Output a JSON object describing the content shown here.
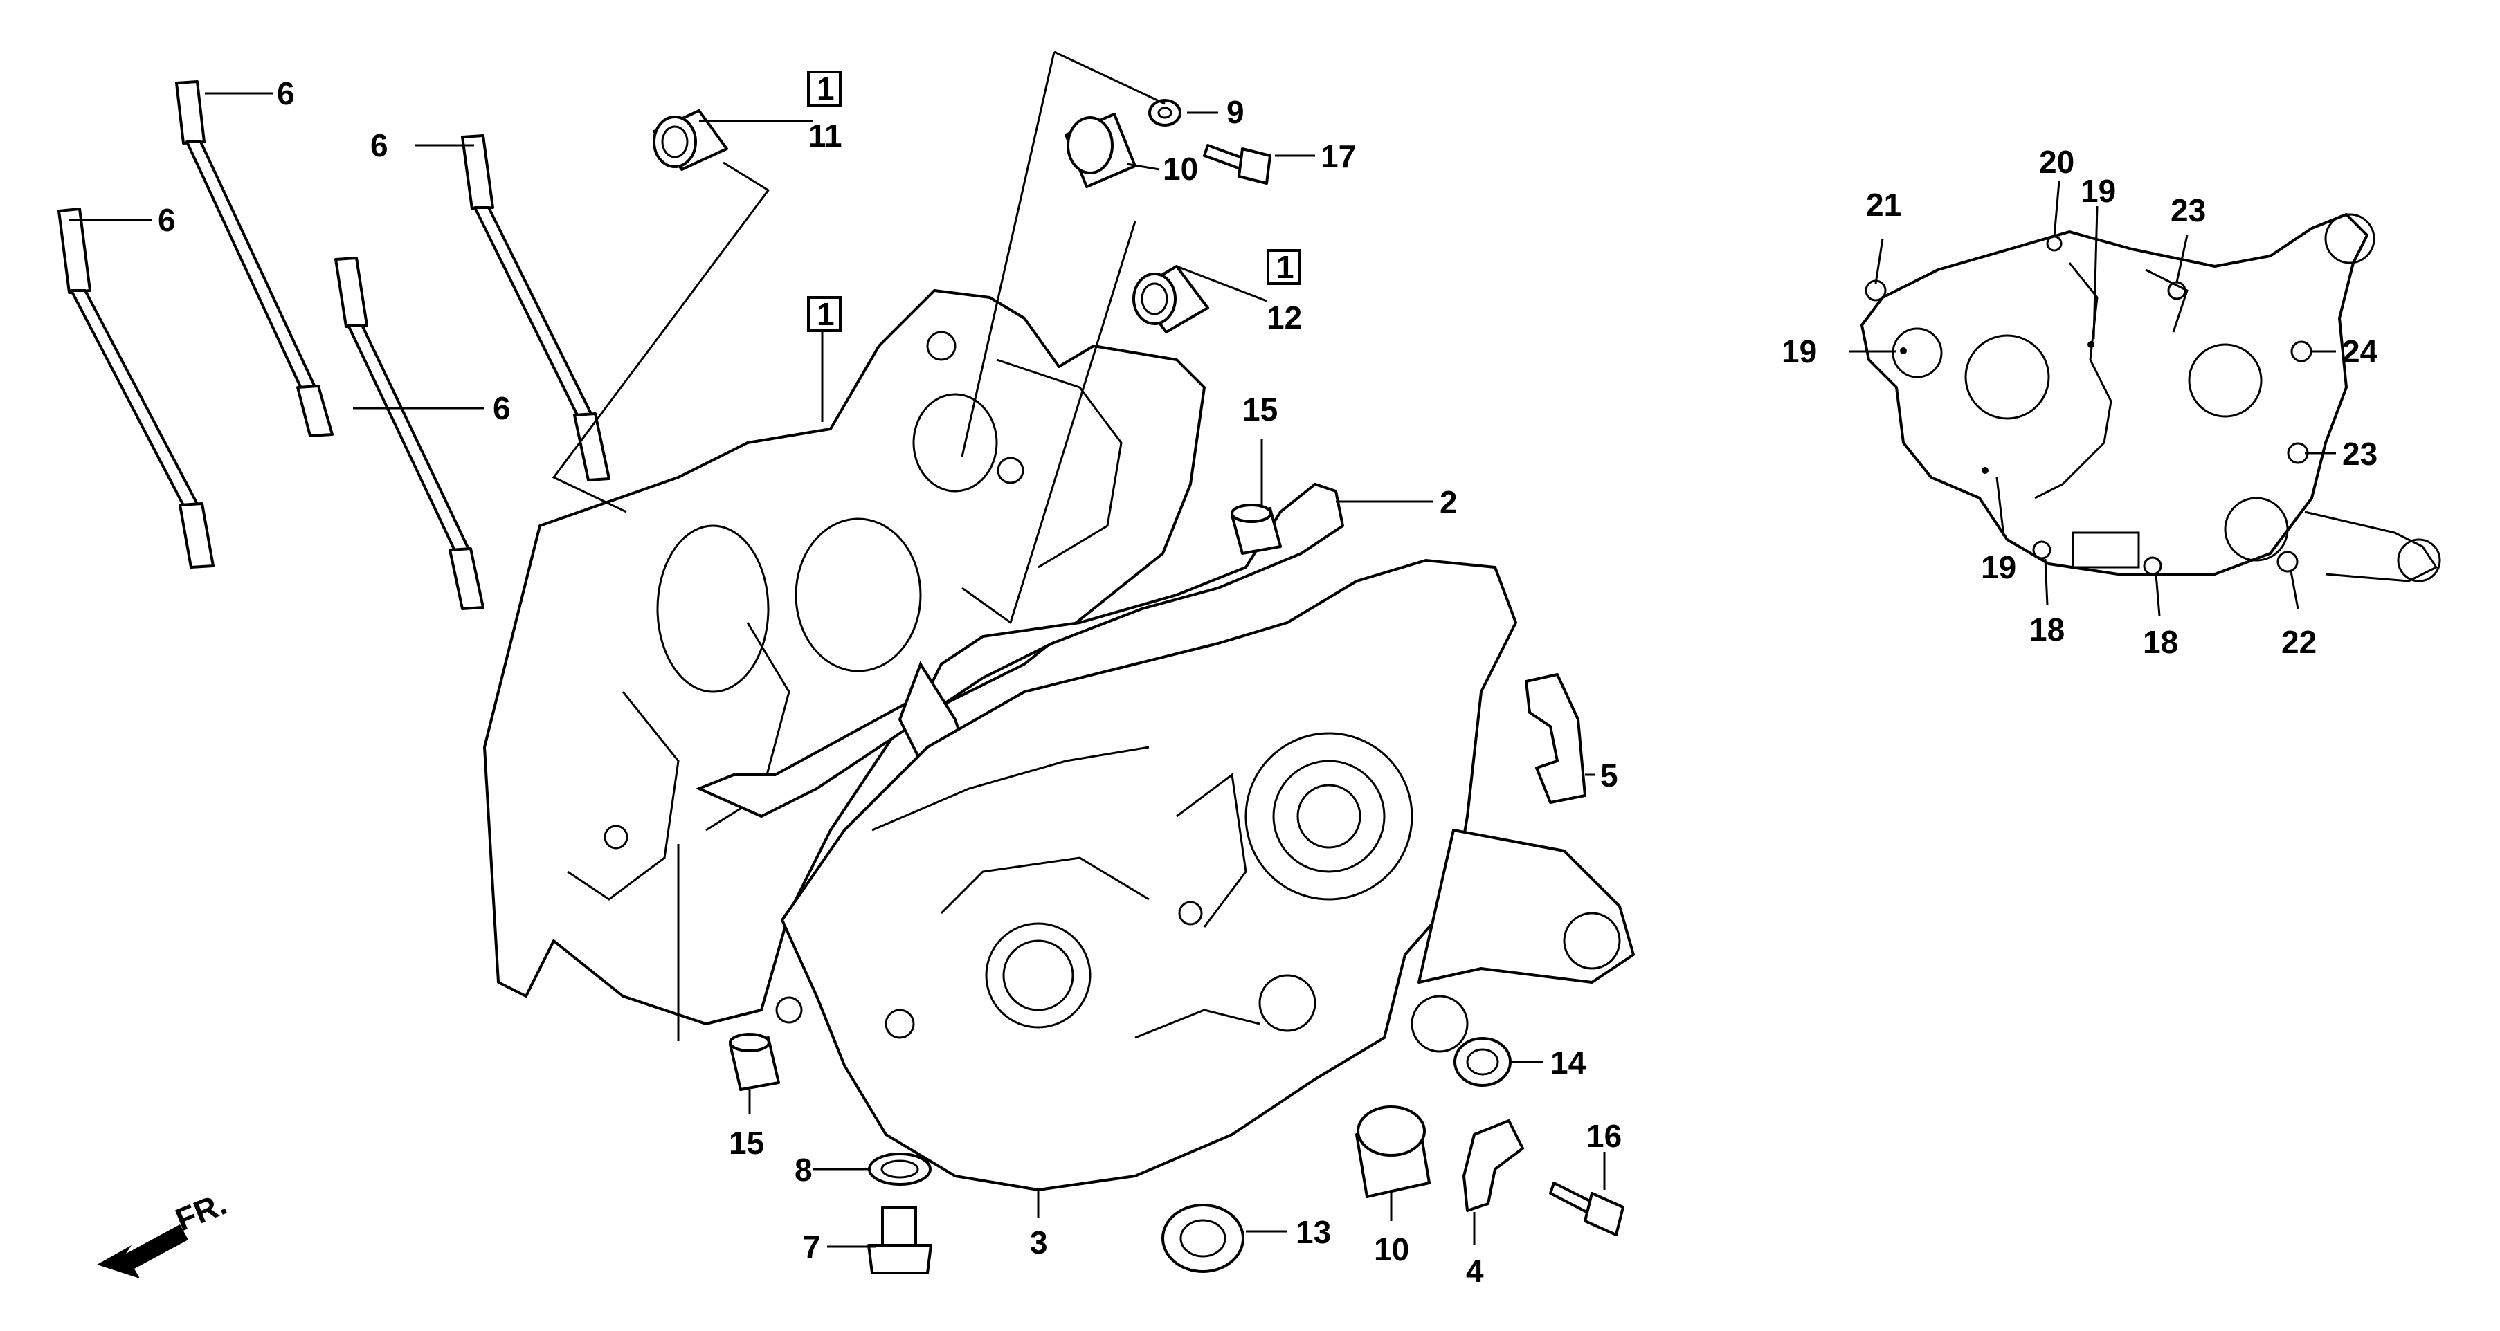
{
  "callouts": {
    "c1": "1",
    "c2": "2",
    "c3": "3",
    "c4": "4",
    "c5": "5",
    "c6": "6",
    "c7": "7",
    "c8": "8",
    "c9": "9",
    "c10": "10",
    "c11": "11",
    "c12": "12",
    "c13": "13",
    "c14": "14",
    "c15": "15",
    "c16": "16",
    "c17": "17",
    "c18": "18",
    "c19": "19",
    "c20": "20",
    "c21": "21",
    "c22": "22",
    "c23": "23",
    "c24": "24"
  },
  "boxed_mark": "1",
  "front_indicator": "FR."
}
